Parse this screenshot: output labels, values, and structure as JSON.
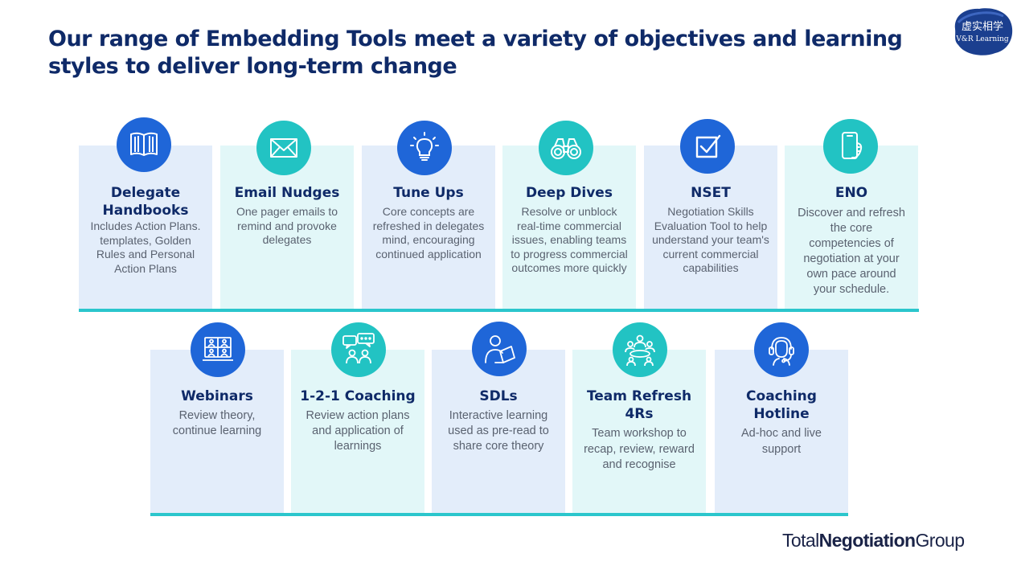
{
  "title": "Our range of Embedding Tools meet a variety of objectives and learning styles to deliver long-term change",
  "logo": {
    "line1": "虚实相学",
    "line2": "V&R Learning"
  },
  "row1": [
    {
      "title": "Delegate Handbooks",
      "desc": "Includes Action Plans. templates, Golden Rules and Personal Action Plans",
      "icon": "book-icon",
      "tone": "blue"
    },
    {
      "title": "Email Nudges",
      "desc": "One pager emails to remind and provoke delegates",
      "icon": "envelope-icon",
      "tone": "cyan"
    },
    {
      "title": "Tune Ups",
      "desc": "Core concepts are refreshed in delegates mind, encouraging continued application",
      "icon": "lightbulb-icon",
      "tone": "blue"
    },
    {
      "title": "Deep Dives",
      "desc": "Resolve or unblock real-time commercial issues, enabling teams to progress commercial outcomes more quickly",
      "icon": "binoculars-icon",
      "tone": "cyan"
    },
    {
      "title": "NSET",
      "desc": "Negotiation Skills Evaluation Tool to help understand your team's current commercial capabilities",
      "icon": "checkbox-icon",
      "tone": "blue"
    },
    {
      "title": "ENO",
      "desc": "Discover and refresh the core competencies of negotiation at your own pace around your schedule.",
      "icon": "mobile-icon",
      "tone": "cyan"
    }
  ],
  "row2": [
    {
      "title": "Webinars",
      "desc": "Review theory, continue learning",
      "icon": "video-call-icon",
      "tone": "blue"
    },
    {
      "title": "1-2-1 Coaching",
      "desc": "Review action plans and application of learnings",
      "icon": "chat-people-icon",
      "tone": "cyan"
    },
    {
      "title": "SDLs",
      "desc": "Interactive learning used as pre-read to share core theory",
      "icon": "reader-icon",
      "tone": "blue"
    },
    {
      "title": "Team Refresh 4Rs",
      "desc": "Team workshop to recap, review, reward and recognise",
      "icon": "team-icon",
      "tone": "cyan"
    },
    {
      "title": "Coaching Hotline",
      "desc": "Ad-hoc and live support",
      "icon": "headset-icon",
      "tone": "blue"
    }
  ],
  "brand": {
    "part1": "Total",
    "part2": "Negotiation",
    "part3": "Group"
  }
}
